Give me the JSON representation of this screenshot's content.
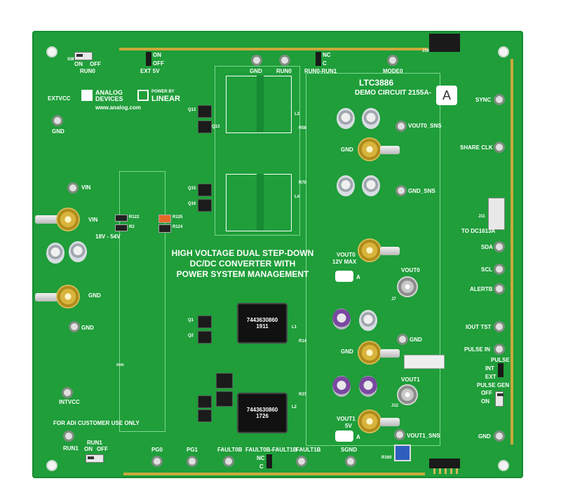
{
  "board": {
    "part_number": "LTC3886",
    "demo_circuit": "DEMO CIRCUIT 2155A-",
    "revision": "A",
    "title_line1": "HIGH VOLTAGE DUAL STEP-DOWN",
    "title_line2": "DC/DC CONVERTER WITH",
    "title_line3": "POWER SYSTEM MANAGEMENT",
    "brand1_line1": "ANALOG",
    "brand1_line2": "DEVICES",
    "brand2_small": "POWER BY",
    "brand2_big": "LINEAR",
    "website": "www.analog.com",
    "customer_note": "FOR ADI CUSTOMER USE ONLY",
    "colors": {
      "board": "#1f9e3a",
      "silk": "#ffffff",
      "gold": "#c9a93a"
    }
  },
  "top": {
    "sw_label": "SW1",
    "on_label": "ON",
    "off_label": "OFF",
    "run0": "RUN0",
    "jp_on": "ON",
    "jp_off": "OFF",
    "ext5v": "EXT 5V",
    "gnd": "GND",
    "run0_tp": "RUN0",
    "nc": "NC",
    "c": "C",
    "run0_run1": "RUN0-RUN1",
    "mode0": "MODE0",
    "j10": "J10"
  },
  "left": {
    "extvcc": "EXTVCC",
    "gnd1": "GND",
    "vin_tp": "VIN",
    "vin_coax": "VIN",
    "range": "18V - 54V",
    "gnd_coax": "GND",
    "gnd2": "GND",
    "intvcc": "INTVCC",
    "r122": "R122",
    "r2": "R2",
    "r125": "R125",
    "r124": "R124",
    "mm": "mm"
  },
  "right": {
    "sync": "SYNC",
    "share_clk": "SHARE CLK",
    "vout0_sns": "VOUT0_SNS",
    "gnd_coax": "GND",
    "gnd_sns": "GND_SNS",
    "j11": "J11",
    "to_dc": "TO DC1613A",
    "vout0": "VOUT0",
    "vout0_max": "12V MAX",
    "vout0_bnc": "VOUT0",
    "sda": "SDA",
    "scl": "SCL",
    "alertb": "ALERTB",
    "iout_tst": "IOUT TST",
    "pulse_in": "PULSE IN",
    "pulse": "PULSE",
    "int": "INT",
    "ext": "EXT",
    "pulse_gen": "PULSE GEN",
    "pg_off": "OFF",
    "pg_on": "ON",
    "gnd_right": "GND",
    "gnd_mid": "GND",
    "gnd_mid2": "GND",
    "vout1_bnc": "VOUT1",
    "vout1": "VOUT1",
    "vout1_v": "5V",
    "vout1_sns": "VOUT1_SNS",
    "j7": "J7",
    "j12": "J12",
    "a1": "A",
    "a2": "A"
  },
  "bottom": {
    "run1": "RUN1",
    "sw_run1": "RUN1",
    "on": "ON",
    "off": "OFF",
    "pg0": "PG0",
    "pg1": "PG1",
    "fault0b": "FAULT0B",
    "fault_link": "FAULT0B-FAULT1B",
    "fault1b": "FAULT1B",
    "sgnd": "SGND",
    "nc": "NC",
    "c": "C",
    "r160": "R160"
  },
  "center": {
    "ind1_text": "7443630860\n1911",
    "ind2_text": "7443630860\n1726",
    "l1": "L1",
    "l2": "L2",
    "l3": "L3",
    "l4": "L4",
    "q1": "Q1",
    "q2": "Q2",
    "q12": "Q12",
    "q13": "Q13",
    "q15": "Q15",
    "q16": "Q16",
    "r58": "R58",
    "r70": "R70",
    "r14": "R14",
    "r37": "R37"
  }
}
